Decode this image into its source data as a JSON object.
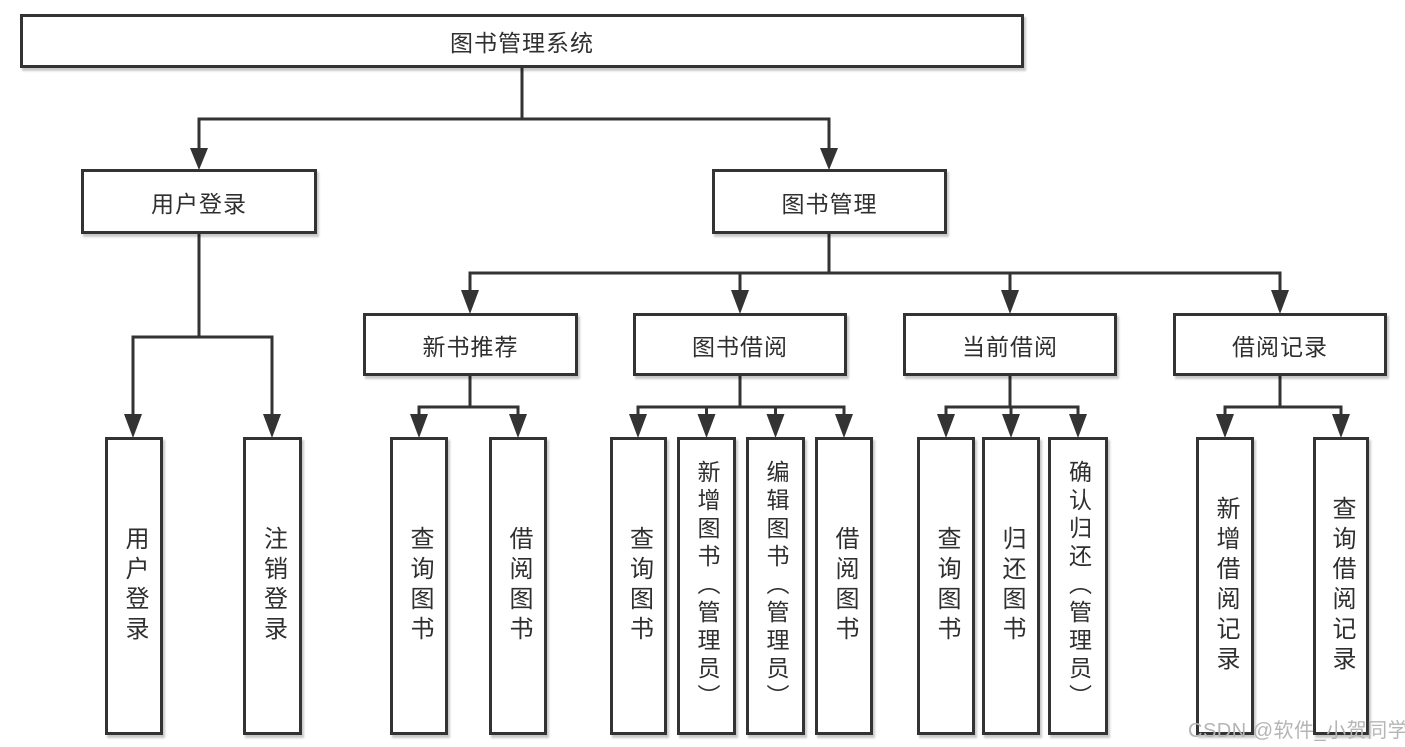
{
  "diagram": {
    "root": {
      "label": "图书管理系统"
    },
    "level2": {
      "user_login": {
        "label": "用户登录"
      },
      "book_management": {
        "label": "图书管理"
      }
    },
    "level3": {
      "new_book_recommend": {
        "label": "新书推荐"
      },
      "book_borrow": {
        "label": "图书借阅"
      },
      "current_borrow": {
        "label": "当前借阅"
      },
      "borrow_records": {
        "label": "借阅记录"
      }
    },
    "leaves": {
      "user": [
        "用户登录",
        "注销登录"
      ],
      "recommend": [
        "查询图书",
        "借阅图书"
      ],
      "borrow": [
        "查询图书",
        "新增图书（管理员）",
        "编辑图书（管理员）",
        "借阅图书"
      ],
      "current": [
        "查询图书",
        "归还图书",
        "确认归还（管理员）"
      ],
      "records": [
        "新增借阅记录",
        "查询借阅记录"
      ]
    }
  },
  "watermark": {
    "text": "CSDN @软件_小贺同学"
  },
  "colors": {
    "line": "#333333",
    "text": "#2f2f2f",
    "watermark": "#b5b5b5",
    "background": "#ffffff"
  }
}
